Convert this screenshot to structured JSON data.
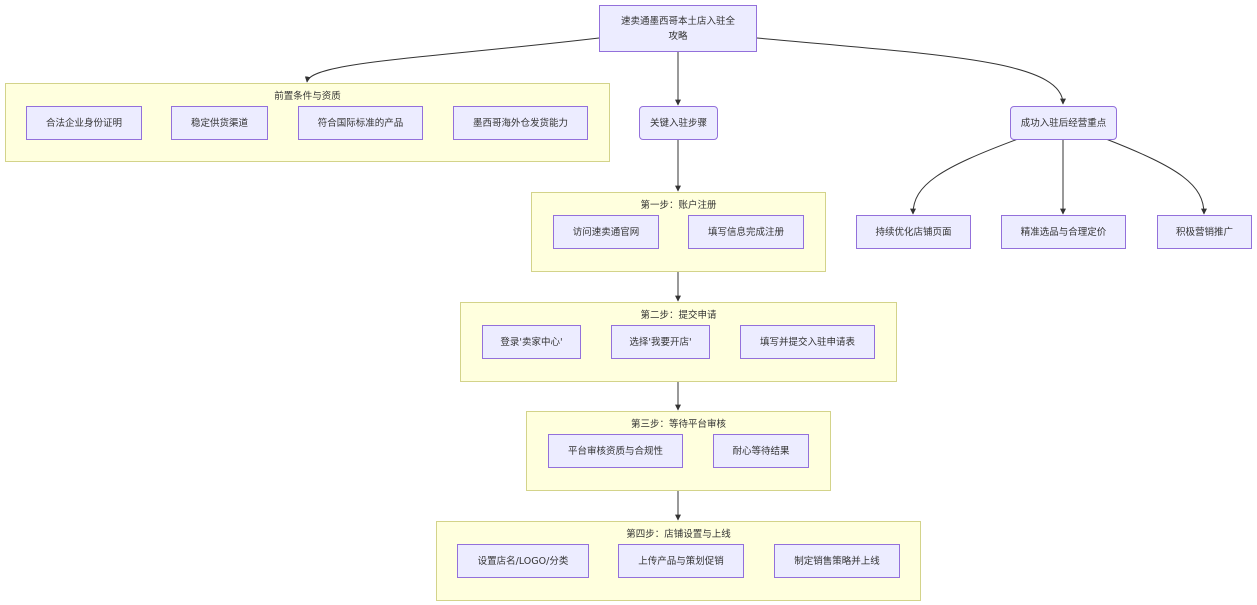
{
  "root": {
    "line1": "速卖通墨西哥本土店入驻全",
    "line2": "攻略"
  },
  "prereq": {
    "title": "前置条件与资质",
    "items": [
      "合法企业身份证明",
      "稳定供货渠道",
      "符合国际标准的产品",
      "墨西哥海外仓发货能力"
    ]
  },
  "steps_node": "关键入驻步骤",
  "ops_node": "成功入驻后经营重点",
  "ops_items": [
    "持续优化店铺页面",
    "精准选品与合理定价",
    "积极营销推广"
  ],
  "step1": {
    "title": "第一步：账户注册",
    "items": [
      "访问速卖通官网",
      "填写信息完成注册"
    ]
  },
  "step2": {
    "title": "第二步：提交申请",
    "items": [
      "登录'卖家中心'",
      "选择'我要开店'",
      "填写并提交入驻申请表"
    ]
  },
  "step3": {
    "title": "第三步：等待平台审核",
    "items": [
      "平台审核资质与合规性",
      "耐心等待结果"
    ]
  },
  "step4": {
    "title": "第四步：店铺设置与上线",
    "items": [
      "设置店名/LOGO/分类",
      "上传产品与策划促销",
      "制定销售策略并上线"
    ]
  },
  "colors": {
    "node_fill": "#ececff",
    "node_border": "#9370db",
    "group_fill": "#ffffde",
    "group_border": "#d3d38a",
    "edge": "#333333"
  }
}
